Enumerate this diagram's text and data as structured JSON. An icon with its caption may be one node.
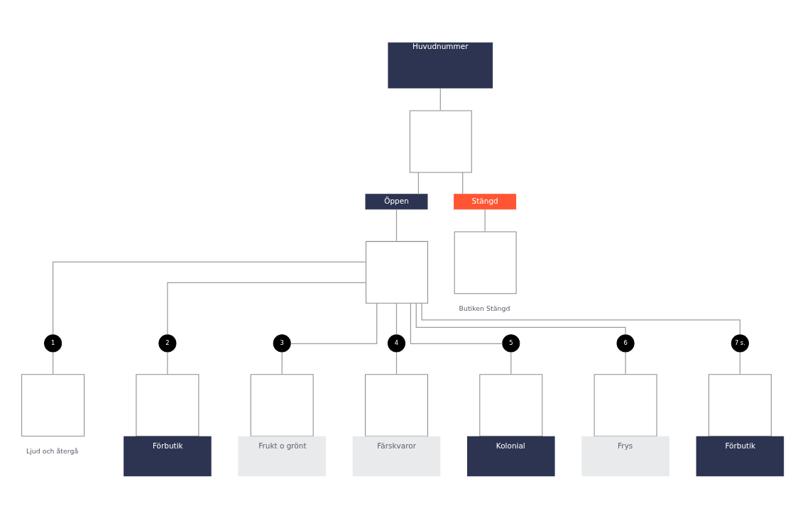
{
  "diagram": {
    "nodes": [
      {
        "text": [
          "Huvudnummer"
        ]
      },
      {
        "text": [],
        "shape": "box"
      },
      {
        "text": [
          "Öppen"
        ]
      },
      {
        "text": [
          "Stängd"
        ]
      },
      {
        "text": [],
        "shape": "box"
      },
      {
        "text": [],
        "shape": "box",
        "beside": [
          "Butiken Stängd"
        ]
      },
      {
        "text": [
          "1"
        ]
      },
      {
        "text": [
          "2"
        ]
      },
      {
        "text": [
          "3"
        ]
      },
      {
        "text": [
          "4"
        ]
      },
      {
        "text": [
          "5"
        ]
      },
      {
        "text": [
          "6"
        ]
      },
      {
        "text": [
          "7 s."
        ]
      },
      {
        "text": [],
        "shape": "box",
        "beside": [
          "Ljud och återgå"
        ]
      },
      {
        "text": [
          "Förbutik"
        ]
      },
      {
        "text": [
          "Frukt o grönt"
        ]
      },
      {
        "text": [
          "Färskvaror"
        ]
      },
      {
        "text": [
          "Kolonial"
        ]
      },
      {
        "text": [
          "Frys"
        ]
      },
      {
        "text": [
          "Förbutik"
        ]
      }
    ],
    "edges": [
      {
        "from": 0,
        "to": 1,
        "arrow": "none"
      },
      {
        "from": 1,
        "to": 2,
        "arrow": "none"
      },
      {
        "from": 1,
        "to": 3,
        "arrow": "none"
      },
      {
        "from": 2,
        "to": 4,
        "arrow": "none"
      },
      {
        "from": 3,
        "to": 5,
        "arrow": "none"
      },
      {
        "from": 4,
        "to": 6,
        "arrow": "none"
      },
      {
        "from": 4,
        "to": 7,
        "arrow": "none"
      },
      {
        "from": 4,
        "to": 8,
        "arrow": "none"
      },
      {
        "from": 4,
        "to": 9,
        "arrow": "none"
      },
      {
        "from": 4,
        "to": 10,
        "arrow": "none"
      },
      {
        "from": 4,
        "to": 11,
        "arrow": "none"
      },
      {
        "from": 4,
        "to": 12,
        "arrow": "none"
      },
      {
        "from": 6,
        "to": 13,
        "arrow": "none"
      },
      {
        "from": 7,
        "to": 14,
        "arrow": "none"
      },
      {
        "from": 8,
        "to": 15,
        "arrow": "none"
      },
      {
        "from": 9,
        "to": 16,
        "arrow": "none"
      },
      {
        "from": 10,
        "to": 17,
        "arrow": "none"
      },
      {
        "from": 11,
        "to": 18,
        "arrow": "none"
      },
      {
        "from": 12,
        "to": 19,
        "arrow": "none"
      }
    ]
  }
}
